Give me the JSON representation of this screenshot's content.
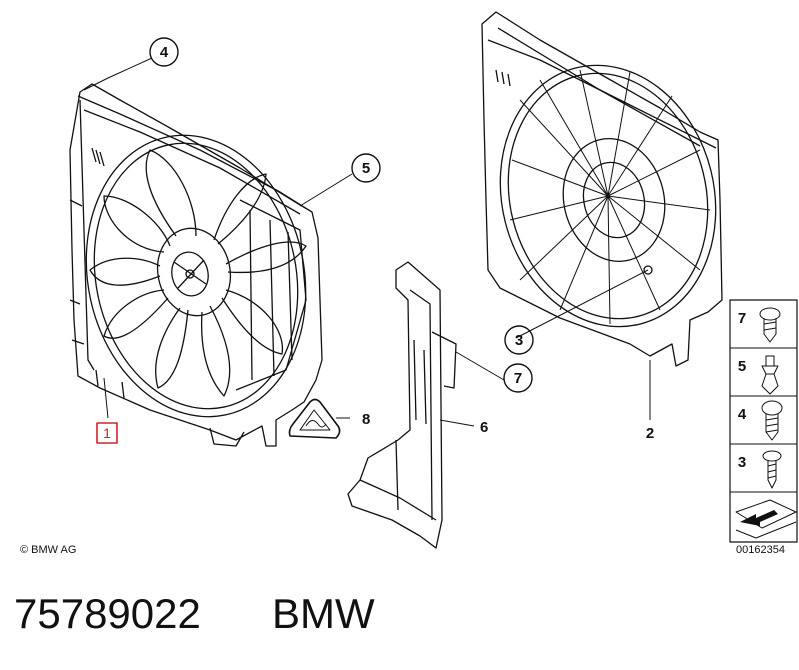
{
  "diagram": {
    "callouts": {
      "c1": "1",
      "c2": "2",
      "c3": "3",
      "c4": "4",
      "c5": "5",
      "c6": "6",
      "c7": "7",
      "c8": "8"
    },
    "legend": {
      "rows": [
        "7",
        "5",
        "4",
        "3"
      ]
    },
    "copyright": "© BMW AG",
    "image_number": "00162354",
    "footer": {
      "part_number": "75789022",
      "brand": "BMW"
    },
    "colors": {
      "line": "#111111",
      "highlight": "#d0232a",
      "background": "#ffffff"
    }
  }
}
